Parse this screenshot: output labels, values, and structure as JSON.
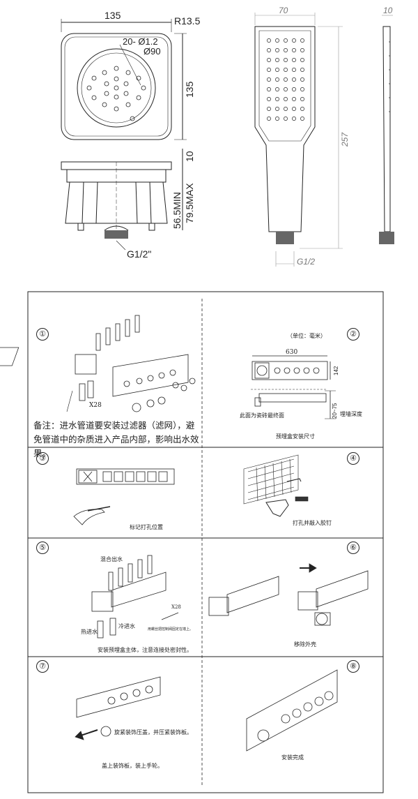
{
  "top": {
    "plate_width": "135",
    "corner_radius": "R13.5",
    "holes": "20- Ø1.2",
    "face_diameter": "Ø90",
    "plate_height": "135",
    "plate_thickness": "10",
    "min_depth": "56.5MIN",
    "max_depth": "79.5MAX",
    "thread_left": "G1/2\"",
    "hand_width": "70",
    "hand_depth": "10",
    "hand_length": "257",
    "thread_right": "G1/2"
  },
  "steps": [
    {
      "num": "①",
      "qty": "X28",
      "note": "备注：进水管道要安装过滤器（滤网），避免管道中的杂质进入产品内部，影响出水效果。"
    },
    {
      "num": "②",
      "unit": "（单位：毫米）",
      "width": "630",
      "height": "142",
      "depth": "20~75",
      "face_label": "此面为瓷砖最终面",
      "depth_label": "埋墙深度",
      "caption": "预埋盒安装尺寸"
    },
    {
      "num": "③",
      "caption": "标记打孔位置"
    },
    {
      "num": "④",
      "caption": "打孔并敲入胶钉"
    },
    {
      "num": "⑤",
      "mix_label": "混合出水",
      "hot_label": "热进水",
      "cold_label": "冷进水",
      "qty": "X28",
      "small_note": "用螺丝把控制阀固定在墙上。",
      "caption": "安装预埋盒主体，注意连接处密封性。"
    },
    {
      "num": "⑥",
      "caption": "移除外壳"
    },
    {
      "num": "⑦",
      "tighten_label": "旋紧装饰压盖，并压紧装饰板。",
      "caption": "盖上装饰板，装上手轮。"
    },
    {
      "num": "⑧",
      "caption": "安装完成"
    }
  ]
}
